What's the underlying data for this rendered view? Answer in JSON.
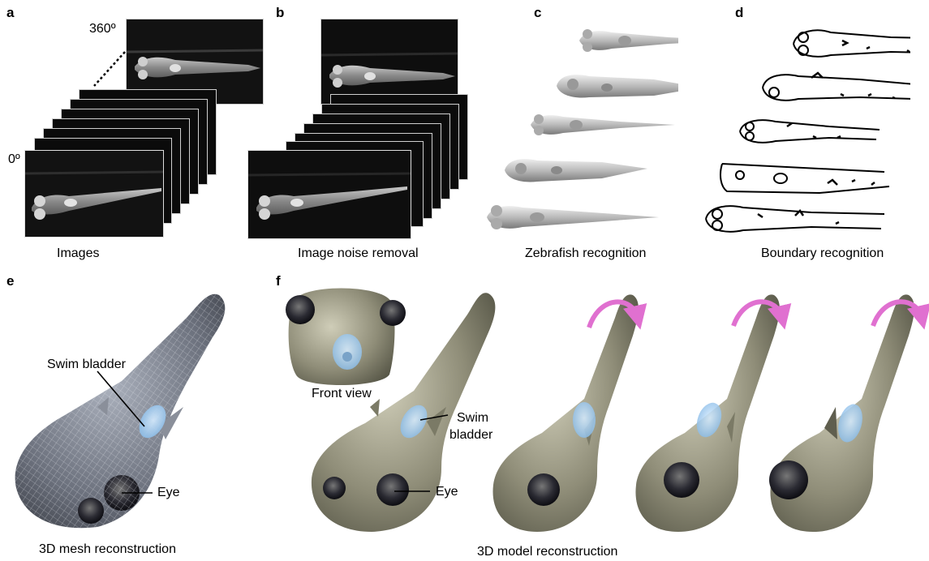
{
  "panels": {
    "a": {
      "letter": "a",
      "caption": "Images",
      "angle_start": "0º",
      "angle_end": "360º"
    },
    "b": {
      "letter": "b",
      "caption": "Image noise removal"
    },
    "c": {
      "letter": "c",
      "caption": "Zebrafish recognition"
    },
    "d": {
      "letter": "d",
      "caption": "Boundary recognition"
    },
    "e": {
      "letter": "e",
      "caption": "3D mesh reconstruction",
      "label_swim": "Swim bladder",
      "label_eye": "Eye"
    },
    "f": {
      "letter": "f",
      "caption": "3D model reconstruction",
      "label_front": "Front view",
      "label_swim_1": "Swim",
      "label_swim_2": "bladder",
      "label_eye": "Eye"
    }
  },
  "colors": {
    "rotation_arrow": "#e070d0",
    "swim_bladder": "#a8d4f5",
    "model_body": "#a7a58f"
  }
}
